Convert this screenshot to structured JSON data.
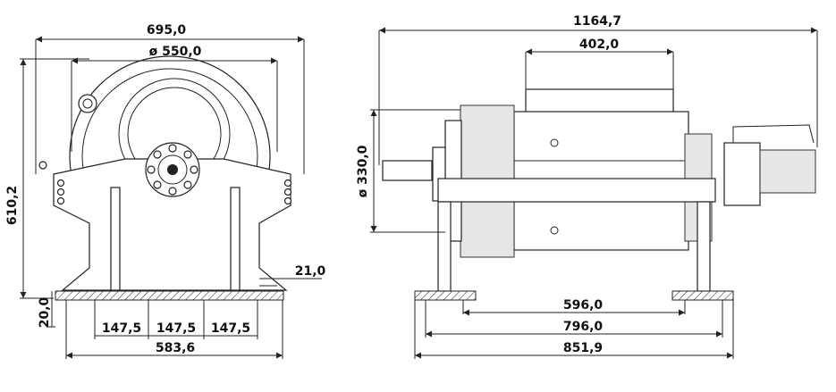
{
  "front_view": {
    "overall_width": "695,0",
    "drum_diameter": "ø 550,0",
    "overall_height": "610,2",
    "base_thickness": "20,0",
    "bolt_spacing_1": "147,5",
    "bolt_spacing_2": "147,5",
    "bolt_spacing_3": "147,5",
    "base_width": "583,6",
    "foot_height": "21,0"
  },
  "side_view": {
    "overall_length": "1164,7",
    "drum_length": "402,0",
    "flange_diameter": "ø 330,0",
    "inner_mount_spacing": "596,0",
    "mount_spacing": "796,0",
    "base_length": "851,9"
  }
}
